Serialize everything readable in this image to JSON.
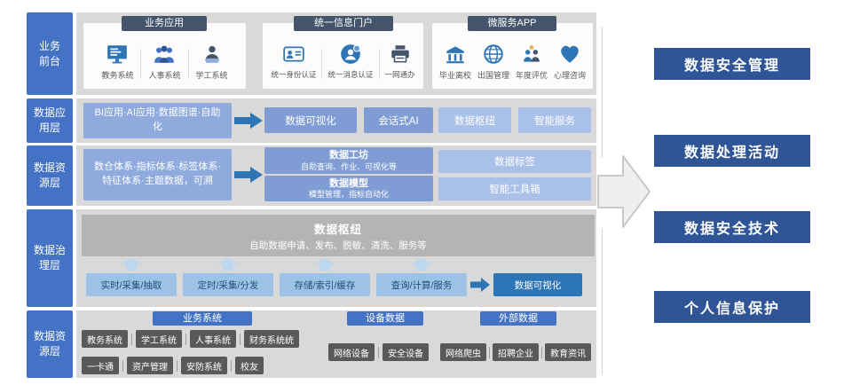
{
  "layers": [
    {
      "label": "业务\n前台"
    },
    {
      "label": "数据应\n用层"
    },
    {
      "label": "数据资\n源层"
    },
    {
      "label": "数据治\n理层"
    },
    {
      "label": "数据资\n源层"
    }
  ],
  "frontend": {
    "groups": [
      {
        "title": "业务应用",
        "items": [
          {
            "label": "教务系统",
            "icon": "monitor-icon"
          },
          {
            "label": "人事系统",
            "icon": "people-icon"
          },
          {
            "label": "学工系统",
            "icon": "laptop-user-icon"
          }
        ]
      },
      {
        "title": "统一信息门户",
        "items": [
          {
            "label": "统一身份认证",
            "icon": "id-card-icon"
          },
          {
            "label": "统一消息认证",
            "icon": "chat-user-icon"
          },
          {
            "label": "一网通办",
            "icon": "printer-icon"
          }
        ]
      },
      {
        "title": "微服务APP",
        "items": [
          {
            "label": "毕业离校",
            "icon": "school-icon"
          },
          {
            "label": "出国管理",
            "icon": "globe-icon"
          },
          {
            "label": "年度评优",
            "icon": "award-people-icon"
          },
          {
            "label": "心理咨询",
            "icon": "heart-icon"
          }
        ]
      }
    ]
  },
  "application_layer": {
    "source_box": "BI应用·AI应用·数据图谱·自助化",
    "boxes": [
      {
        "label": "数据可视化"
      },
      {
        "label": "会话式AI"
      },
      {
        "label": "数据枢纽"
      },
      {
        "label": "智能服务"
      }
    ]
  },
  "resource_layer": {
    "source_box": "数仓体系·指标体系·标签体系·特征体系·主题数据，可溯",
    "workshop": {
      "title": "数据工坊",
      "subtitle": "自助查询、作业、可视化等"
    },
    "model": {
      "title": "数据模型",
      "subtitle": "模型管理，指标自动化"
    },
    "boxes": [
      {
        "label": "数据标签"
      },
      {
        "label": "智能工具箱"
      }
    ]
  },
  "governance_layer": {
    "hub": {
      "title": "数据枢纽",
      "subtitle": "自助数据申请、发布、脱敏、清洗、服务等"
    },
    "pipeline": [
      {
        "label": "实时/采集/抽取"
      },
      {
        "label": "定时/采集/分发"
      },
      {
        "label": "存储/索引/缓存"
      },
      {
        "label": "查询/计算/服务"
      }
    ],
    "visualization": "数据可视化"
  },
  "source_layer": {
    "groups": [
      {
        "title": "业务系统",
        "rows": [
          [
            "教务系统",
            "学工系统",
            "人事系统",
            "财务系统统"
          ],
          [
            "一卡通",
            "资产管理",
            "安防系统",
            "校友"
          ]
        ]
      },
      {
        "title": "设备数据",
        "rows": [
          [
            "网络设备",
            "安全设备"
          ]
        ]
      },
      {
        "title": "外部数据",
        "rows": [
          [
            "网络爬虫",
            "招聘企业",
            "教育资讯"
          ]
        ]
      }
    ]
  },
  "security_panels": [
    {
      "label": "数据安全管理"
    },
    {
      "label": "数据处理活动"
    },
    {
      "label": "数据安全技术"
    },
    {
      "label": "个人信息保护"
    }
  ],
  "colors": {
    "layer_label": "#4472C4",
    "band_bg": "#D9D9D9",
    "tab_top": "#44546A",
    "tab_bottom": "#4472C4",
    "box_medium_blue": "#8FAADC",
    "box_light_blue": "#A9C0E8",
    "arrow_blue": "#2E75B6",
    "hub_gray": "#B4B4B4",
    "pipeline_blue": "#9CC3E6",
    "pipeline_text": "#1F4E79",
    "dark_item": "#595959",
    "security_panel": "#2F5597"
  }
}
